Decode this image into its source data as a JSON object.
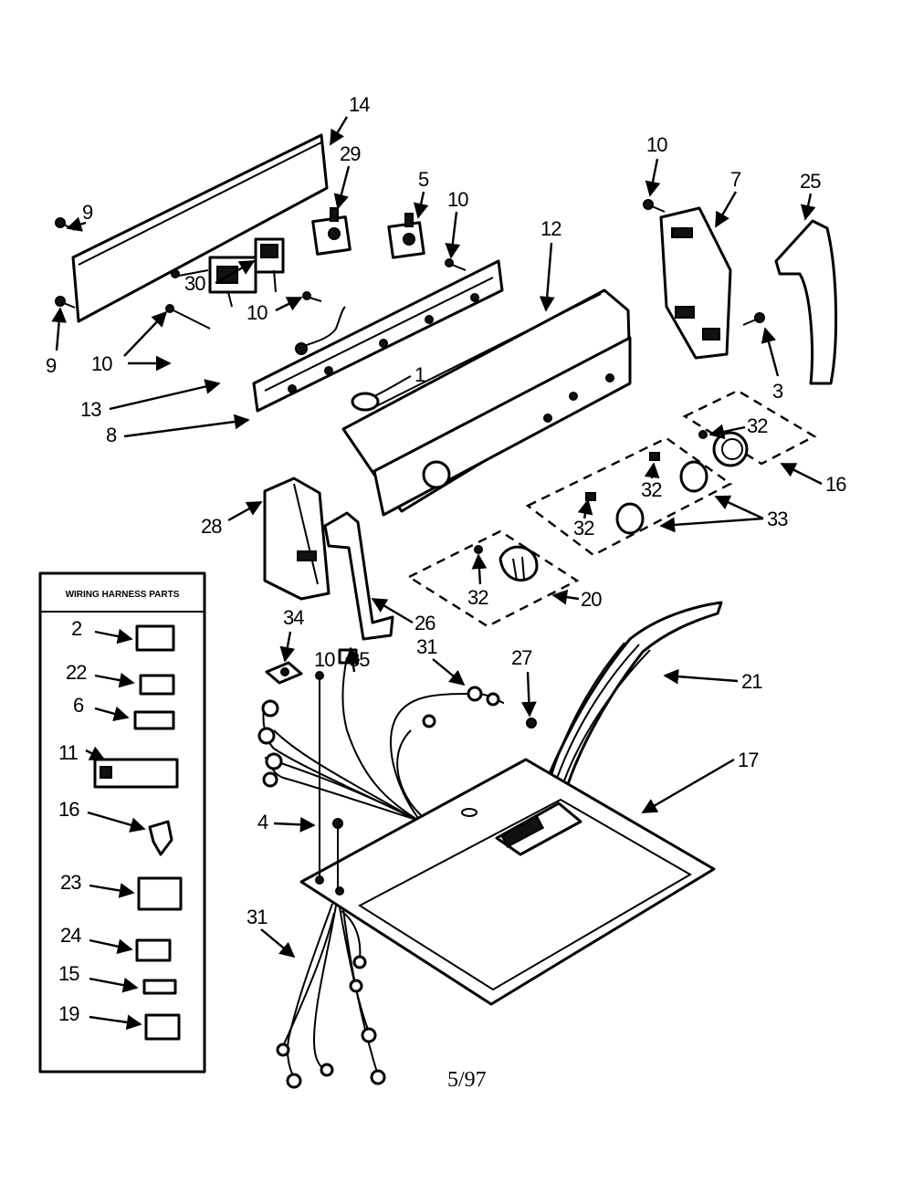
{
  "legend": {
    "title": "WIRING HARNESS PARTS",
    "items": [
      "2",
      "22",
      "6",
      "11",
      "16",
      "23",
      "24",
      "15",
      "19"
    ]
  },
  "callouts": {
    "c14": "14",
    "c29": "29",
    "c5": "5",
    "c10a": "10",
    "c10b": "10",
    "c7": "7",
    "c25": "25",
    "c9a": "9",
    "c9b": "9",
    "c30": "30",
    "c12": "12",
    "c10c": "10",
    "c10d": "10",
    "c13": "13",
    "c1": "1",
    "c8": "8",
    "c3": "3",
    "c32a": "32",
    "c16": "16",
    "c32b": "32",
    "c33": "33",
    "c32c": "32",
    "c28": "28",
    "c32d": "32",
    "c20": "20",
    "c34": "34",
    "c26": "26",
    "c10e": "10",
    "c35": "35",
    "c31a": "31",
    "c27": "27",
    "c21": "21",
    "c17": "17",
    "c4": "4",
    "c31b": "31"
  },
  "footer": {
    "date_code": "5/97"
  }
}
